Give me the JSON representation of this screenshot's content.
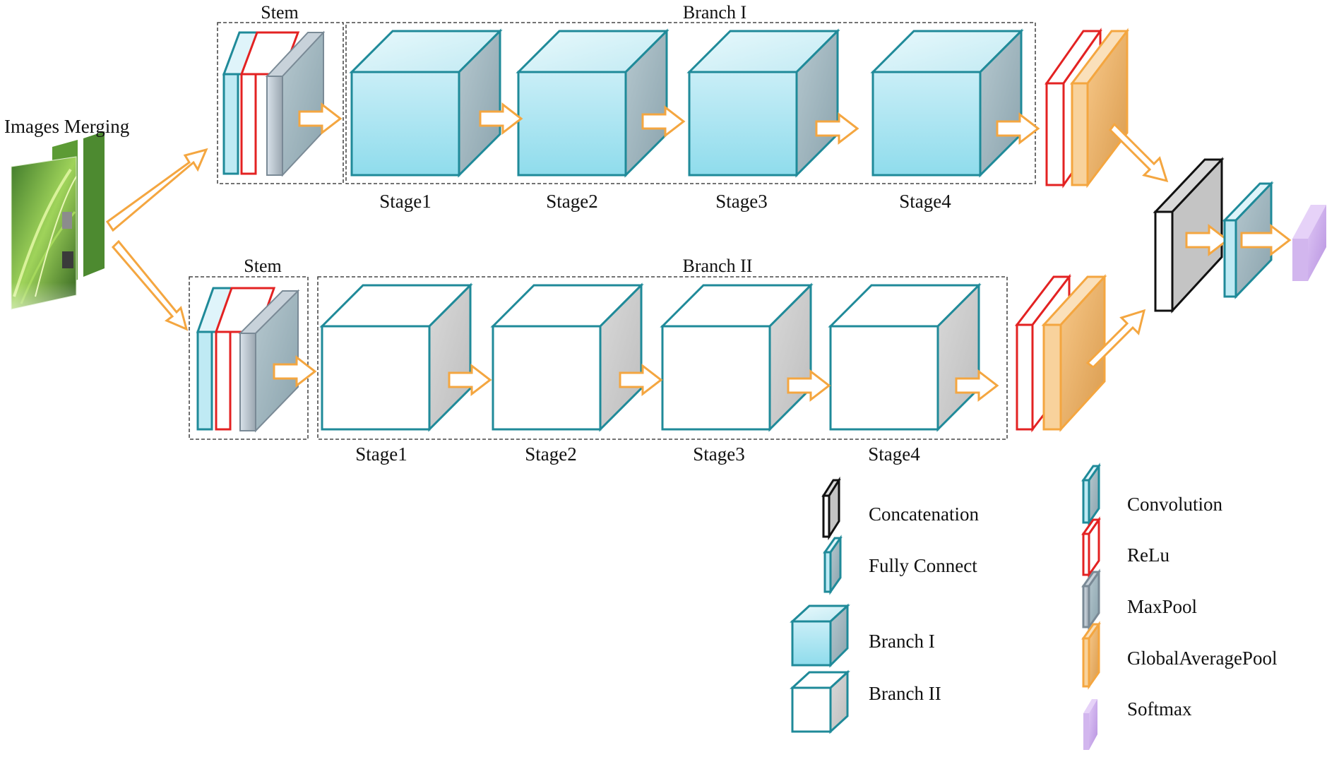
{
  "input": {
    "label": "Images Merging"
  },
  "branch1": {
    "title": "Branch I",
    "stem_label": "Stem",
    "stages": [
      "Stage1",
      "Stage2",
      "Stage3",
      "Stage4"
    ]
  },
  "branch2": {
    "title": "Branch II",
    "stem_label": "Stem",
    "stages": [
      "Stage1",
      "Stage2",
      "Stage3",
      "Stage4"
    ]
  },
  "legend": {
    "concatenation": "Concatenation",
    "fully_connect": "Fully Connect",
    "branch1": "Branch I",
    "branch2": "Branch II",
    "convolution": "Convolution",
    "relu": "ReLu",
    "maxpool": "MaxPool",
    "gap": "GlobalAveragePool",
    "softmax": "Softmax"
  },
  "colors": {
    "teal_edge": "#1f8a99",
    "light_blue": "#bfeaf4",
    "relu_red": "#e32222",
    "maxpool_gray": "#9aa6b0",
    "gap_orange": "#f4a84a",
    "softmax_purple": "#c8a2e6",
    "arrow_orange": "#f4a640",
    "concat_black": "#111111"
  }
}
